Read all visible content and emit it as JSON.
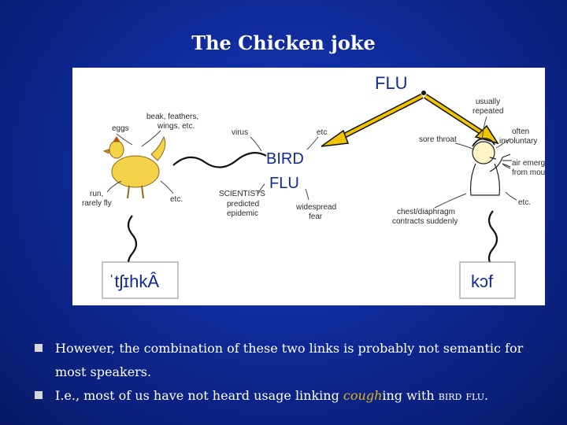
{
  "slide": {
    "title": "The Chicken joke"
  },
  "diagram": {
    "flu_label": "FLU",
    "bird_flu_line1": "BIRD",
    "bird_flu_line2": "FLU",
    "chicken_phonetic": "ˈtʃɪhkÂ",
    "cough_phonetic": "kɔf",
    "chicken_labels": {
      "eggs": "eggs",
      "beak": "beak, feathers,",
      "wings": "wings, etc.",
      "run": "run,",
      "rarely_fly": "rarely fly",
      "etc": "etc."
    },
    "bird_flu_labels": {
      "virus": "virus",
      "etc": "etc",
      "scientists": "SCIENTISTS",
      "predicted": "predicted",
      "epidemic": "epidemic",
      "widespread": "widespread",
      "fear": "fear"
    },
    "flu_labels": {
      "usually": "usually",
      "repeated": "repeated",
      "sore_throat": "sore throat",
      "often": "often",
      "involuntary": "involuntary",
      "air_emerges": "air emerges",
      "from_mouth": "from mouth",
      "chest": "chest/diaphragm",
      "contracts": "contracts suddenly",
      "etc": "etc."
    },
    "colors": {
      "arrow": "#f0c400",
      "phonetic": "#0f2a9a",
      "link": "#111111"
    }
  },
  "bullets": [
    {
      "text": "However, the combination of these two links is probably not semantic for most speakers."
    },
    {
      "pre": "I.e., most of us have not heard usage linking ",
      "em": "cough",
      "mid": "ing with ",
      "sc": "bird flu",
      "post": "."
    }
  ]
}
